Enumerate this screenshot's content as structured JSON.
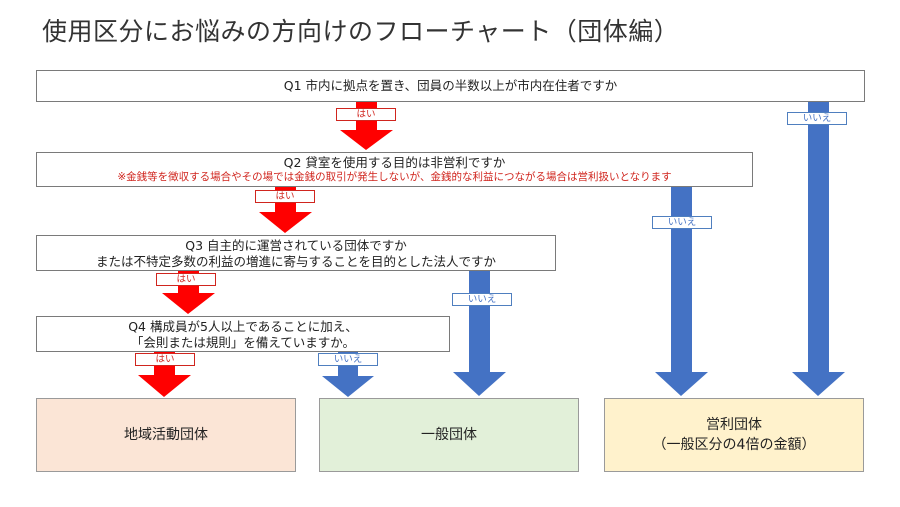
{
  "title": "使用区分にお悩みの方向けのフローチャート（団体編）",
  "colors": {
    "yes_arrow": "#ff0000",
    "no_arrow": "#4472c4",
    "box_local": "#fbe5d6",
    "box_general": "#e2f0d9",
    "box_commercial": "#fff2cc"
  },
  "questions": [
    {
      "line1": "Q1  市内に拠点を置き、団員の半数以上が市内在住者ですか"
    },
    {
      "line1": "Q2  貸室を使用する目的は非営利ですか",
      "note": "※金銭等を徴収する場合やその場では金銭の取引が発生しないが、金銭的な利益につながる場合は営利扱いとなります"
    },
    {
      "line1": "Q3  自主的に運営されている団体ですか",
      "line2": "または不特定多数の利益の増進に寄与することを目的とした法人ですか"
    },
    {
      "line1": "Q4  構成員が5人以上であることに加え、",
      "line2": "「会則または規則」を備えていますか。"
    }
  ],
  "labels": {
    "yes": "はい",
    "no": "いいえ"
  },
  "results": {
    "local": "地域活動団体",
    "general": "一般団体",
    "commercial_line1": "営利団体",
    "commercial_line2": "（一般区分の4倍の金額）"
  }
}
